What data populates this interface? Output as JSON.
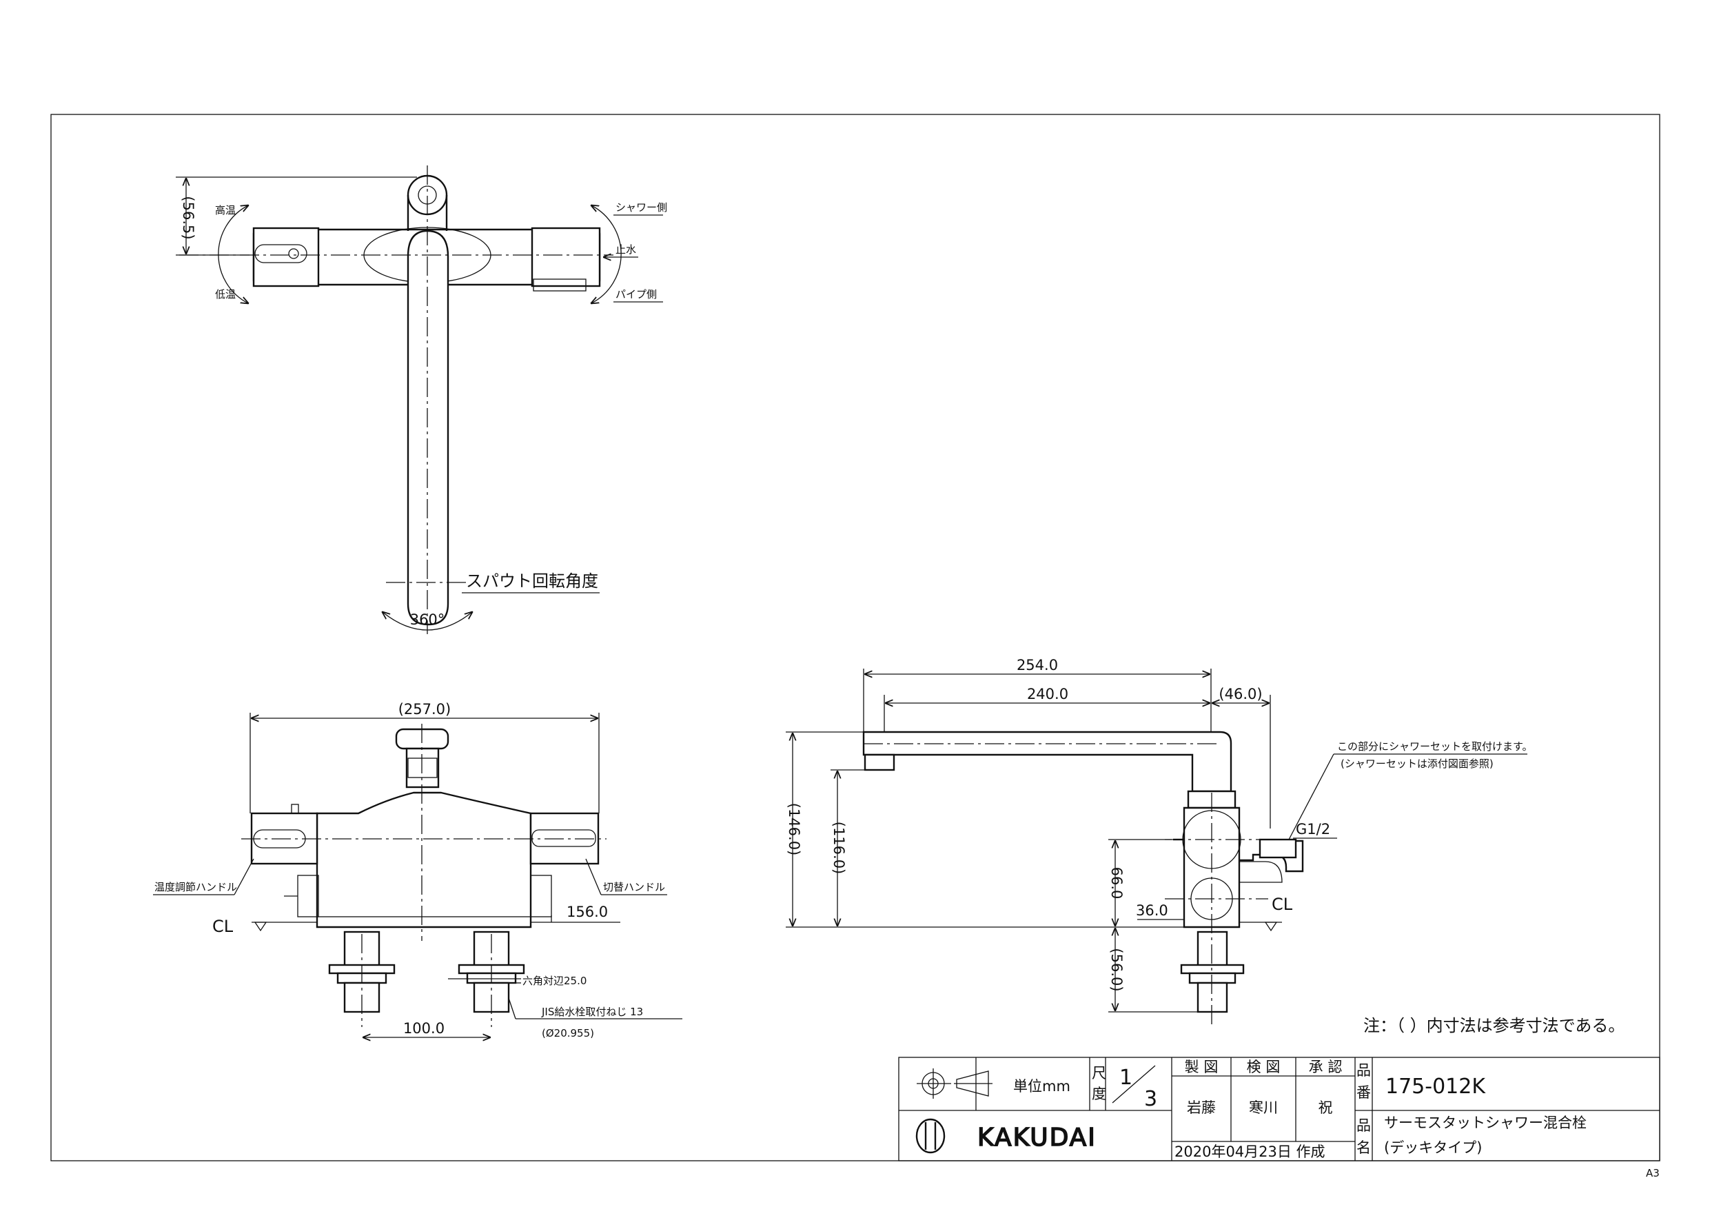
{
  "top_view": {
    "dim_height": "(56.5)",
    "hot": "高温",
    "cold": "低温",
    "shower_side": "シャワー側",
    "stop": "止水",
    "pipe_side": "パイプ側",
    "spout_label": "スパウト回転角度",
    "rotation": "360°"
  },
  "front_view": {
    "dim_width": "(257.0)",
    "temp_handle": "温度調節ハンドル",
    "switch_handle": "切替ハンドル",
    "dim_156": "156.0",
    "cl": "CL",
    "hex": "六角対辺25.0",
    "jis": "JIS給水栓取付ねじ 13",
    "jis_dia": "(Ø20.955)",
    "dim_100": "100.0"
  },
  "side_view": {
    "dim_254": "254.0",
    "dim_240": "240.0",
    "dim_46": "(46.0)",
    "dim_146": "(146.0)",
    "dim_116": "(116.0)",
    "dim_66": "66.0",
    "dim_56": "(56.0)",
    "dim_36": "36.0",
    "thread": "G1/2",
    "cl": "CL",
    "note1": "この部分にシャワーセットを取付けます。",
    "note2": "(シャワーセットは添付図面参照)"
  },
  "note": "注：（ ）内寸法は参考寸法である。",
  "title_block": {
    "unit": "単位mm",
    "scale_label_1": "尺",
    "scale_label_2": "度",
    "scale_num": "1",
    "scale_den": "3",
    "drawn_h": "製 図",
    "checked_h": "検 図",
    "approved_h": "承 認",
    "drawn": "岩藤",
    "checked": "寒川",
    "approved": "祝",
    "part_no_label_1": "品",
    "part_no_label_2": "番",
    "part_no": "175-012K",
    "name_label_1": "品",
    "name_label_2": "名",
    "name_1": "サーモスタットシャワー混合栓",
    "name_2": "(デッキタイプ)",
    "date": "2020年04月23日 作成",
    "brand": "KAKUDAI",
    "size": "A3"
  }
}
